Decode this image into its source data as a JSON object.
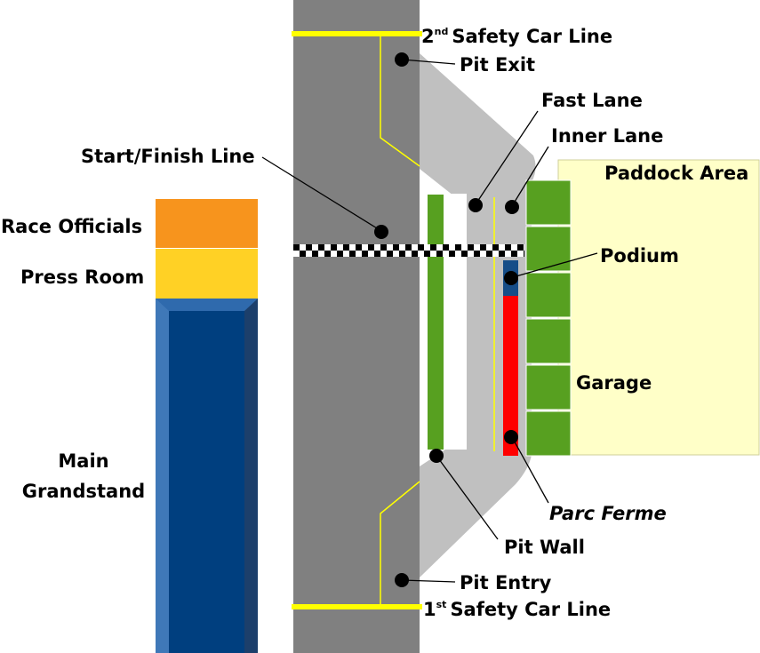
{
  "labels": {
    "safety_car_2_num": "2",
    "safety_car_2_sup": "nd",
    "safety_car_2_text": "Safety Car Line",
    "pit_exit": "Pit Exit",
    "fast_lane": "Fast Lane",
    "inner_lane": "Inner Lane",
    "start_finish": "Start/Finish Line",
    "paddock_area": "Paddock Area",
    "race_officials": "Race Officials",
    "press_room": "Press Room",
    "podium": "Podium",
    "garage": "Garage",
    "main_grandstand_line1": "Main",
    "main_grandstand_line2": "Grandstand",
    "parc_ferme": "Parc Ferme",
    "pit_wall": "Pit Wall",
    "pit_entry": "Pit Entry",
    "safety_car_1_num": "1",
    "safety_car_1_sup": "st",
    "safety_car_1_text": "Safety Car Line"
  },
  "colors": {
    "track": "#808080",
    "pit_lane": "#c0c0c0",
    "safety_line": "#ffff00",
    "pit_wall": "#57a020",
    "garage": "#57a020",
    "paddock": "#ffffc8",
    "race_officials": "#f7941d",
    "press_room": "#ffd125",
    "grandstand": "#003f7f",
    "grandstand_edge": "#3f78b8",
    "podium": "#164d88",
    "parc_ferme": "#ff0000"
  }
}
